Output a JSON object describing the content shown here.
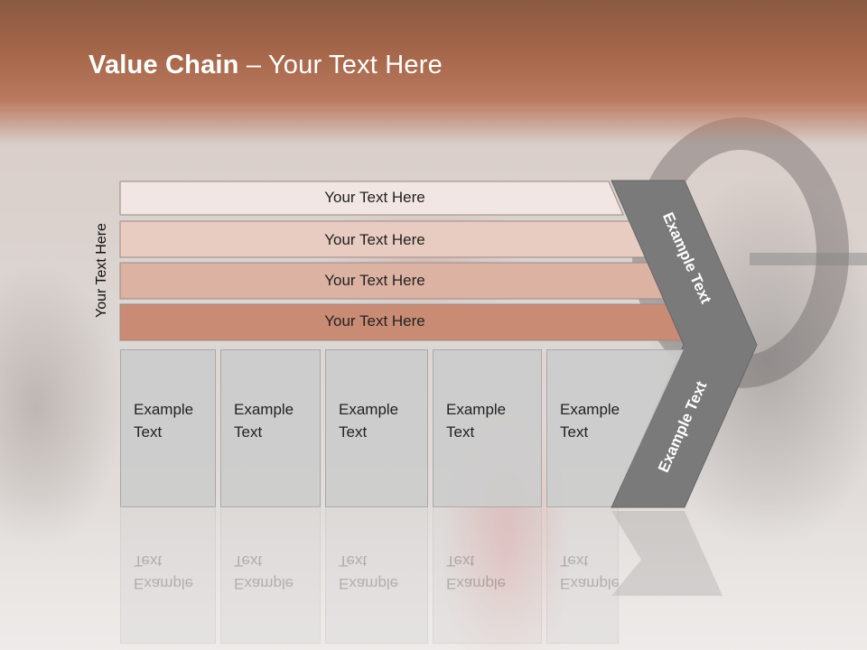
{
  "slide": {
    "title_bold": "Value Chain",
    "title_rest": " – Your Text Here",
    "side_label": "Your Text Here"
  },
  "bars": [
    {
      "label": "Your Text Here",
      "fill": "#f1e6e3"
    },
    {
      "label": "Your Text Here",
      "fill": "#e8cbc1"
    },
    {
      "label": "Your Text Here",
      "fill": "#dcb2a2"
    },
    {
      "label": "Your Text Here",
      "fill": "#c98b74"
    }
  ],
  "columns": [
    {
      "label": "Example\nText"
    },
    {
      "label": "Example\nText"
    },
    {
      "label": "Example\nText"
    },
    {
      "label": "Example\nText"
    },
    {
      "label": "Example\nText"
    }
  ],
  "chevron": {
    "upper_label": "Example Text",
    "lower_label": "Example Text",
    "fill": "#7a7a7a"
  }
}
